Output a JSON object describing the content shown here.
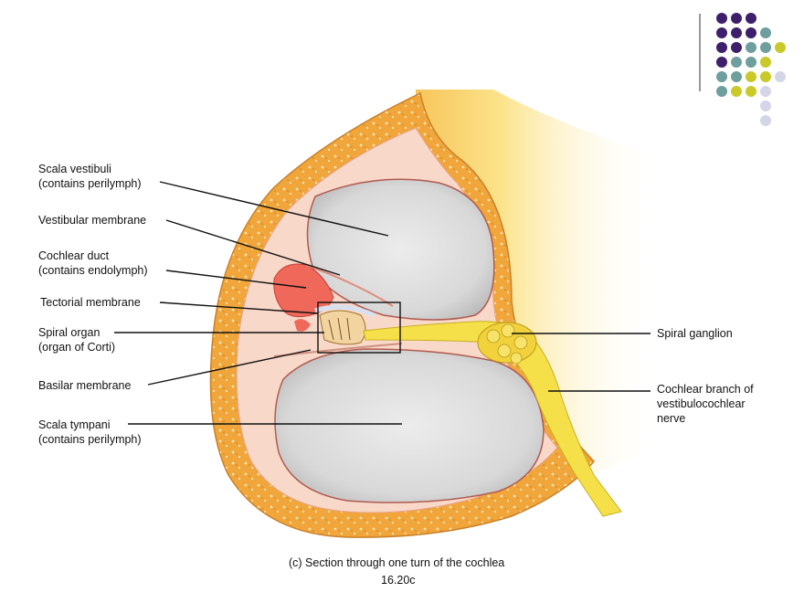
{
  "diagram": {
    "labels": {
      "scala_vestibuli": "Scala vestibuli\n(contains perilymph)",
      "vestibular_membrane": "Vestibular membrane",
      "cochlear_duct": "Cochlear duct\n(contains endolymph)",
      "tectorial_membrane": "Tectorial membrane",
      "spiral_organ": "Spiral organ\n(organ of Corti)",
      "basilar_membrane": "Basilar membrane",
      "scala_tympani": "Scala tympani\n(contains perilymph)",
      "spiral_ganglion": "Spiral ganglion",
      "cochlear_branch": "Cochlear branch of\nvestibulocochlear\nnerve"
    },
    "caption": "(c) Section through one turn of the cochlea",
    "figure_number": "16.20c"
  },
  "colors": {
    "bone_orange": "#f0a63a",
    "bone_light": "#f6c667",
    "nerve_yellow": "#f5e04a",
    "cavity_gray": "#dcdcdc",
    "duct_red": "#f0685a",
    "membrane_pink": "#f7c9b8",
    "dot_purple": "#3e1f6b",
    "dot_teal": "#6f9e9e",
    "dot_lime": "#c9c92a",
    "dot_lavender": "#d5d5e8"
  }
}
